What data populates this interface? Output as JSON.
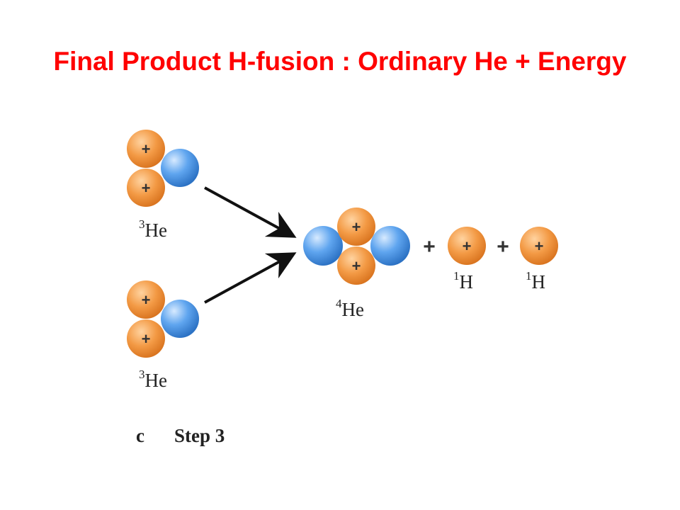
{
  "title": "Final Product H-fusion : Ordinary He + Energy",
  "colors": {
    "title": "#ff0000",
    "proton": "#f39a45",
    "neutron": "#3f8ee0",
    "arrow": "#111111"
  },
  "particles": {
    "proton_charge": "+",
    "neutron_charge": ""
  },
  "reactants": [
    {
      "mass_number": "3",
      "symbol": "He"
    },
    {
      "mass_number": "3",
      "symbol": "He"
    }
  ],
  "products": [
    {
      "mass_number": "4",
      "symbol": "He"
    },
    {
      "mass_number": "1",
      "symbol": "H"
    },
    {
      "mass_number": "1",
      "symbol": "H"
    }
  ],
  "operators": [
    "+",
    "+"
  ],
  "caption": {
    "letter": "c",
    "step": "Step 3"
  }
}
